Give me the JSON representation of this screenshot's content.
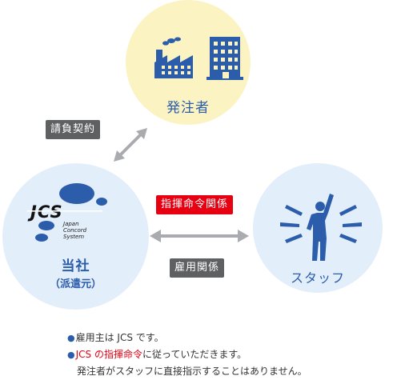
{
  "nodes": {
    "client": {
      "label": "発注者"
    },
    "company": {
      "label": "当社",
      "sub": "（派遣元）"
    },
    "staff": {
      "label": "スタッフ"
    }
  },
  "relations": {
    "contract": "請負契約",
    "command": "指揮命令関係",
    "employment": "雇用関係"
  },
  "logo": {
    "mark": "JCS",
    "line1": "Japan",
    "line2": "Concord",
    "line3": "System"
  },
  "notes": {
    "line1": "雇用主は JCS です。",
    "line2_red": "JCS の指揮命令",
    "line2_rest": "に従っていただきます。",
    "line3": "発注者がスタッフに直接指示することはありません。"
  },
  "colors": {
    "accent_blue": "#2b5dab",
    "client_circle": "#fcf3c2",
    "light_circle": "#e3eefb",
    "tag_grey": "#5f6061",
    "tag_red": "#e60012",
    "arrow_grey": "#a9abae"
  },
  "icons": [
    "factory-icon",
    "office-building-icon",
    "jcs-logo",
    "staff-person-icon"
  ]
}
